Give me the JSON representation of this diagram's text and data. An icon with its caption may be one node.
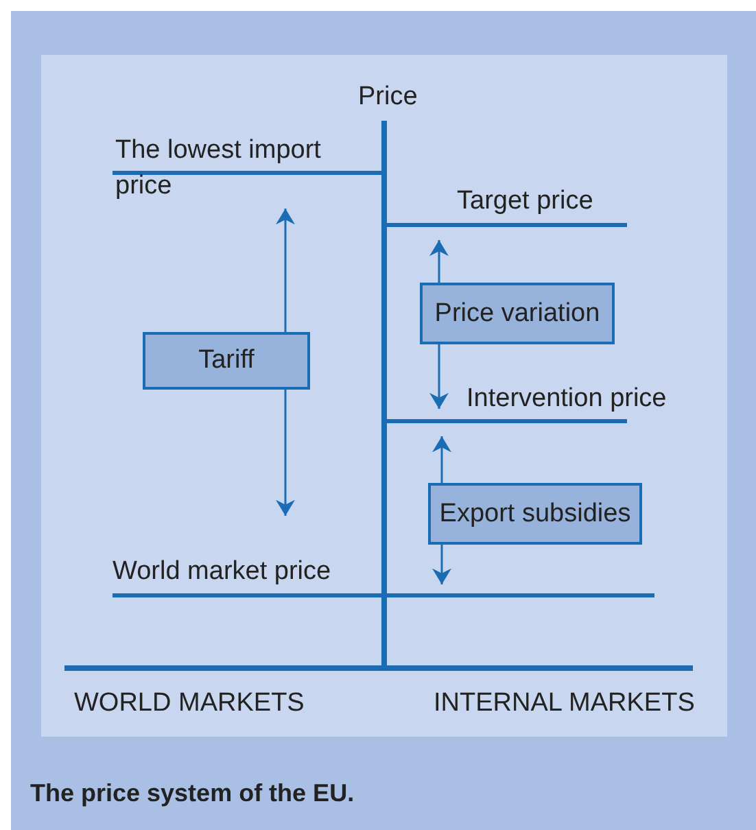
{
  "diagram": {
    "caption": "The price system of the EU.",
    "nodes": [
      {
        "text": [
          "Tariff"
        ]
      },
      {
        "text": [
          "Price variation"
        ]
      },
      {
        "text": [
          "Export subsidies"
        ]
      }
    ],
    "labels": [
      "Price",
      "The lowest import price",
      "Target price",
      "Intervention price",
      "World market price",
      "WORLD MARKETS",
      "INTERNAL MARKETS"
    ]
  }
}
